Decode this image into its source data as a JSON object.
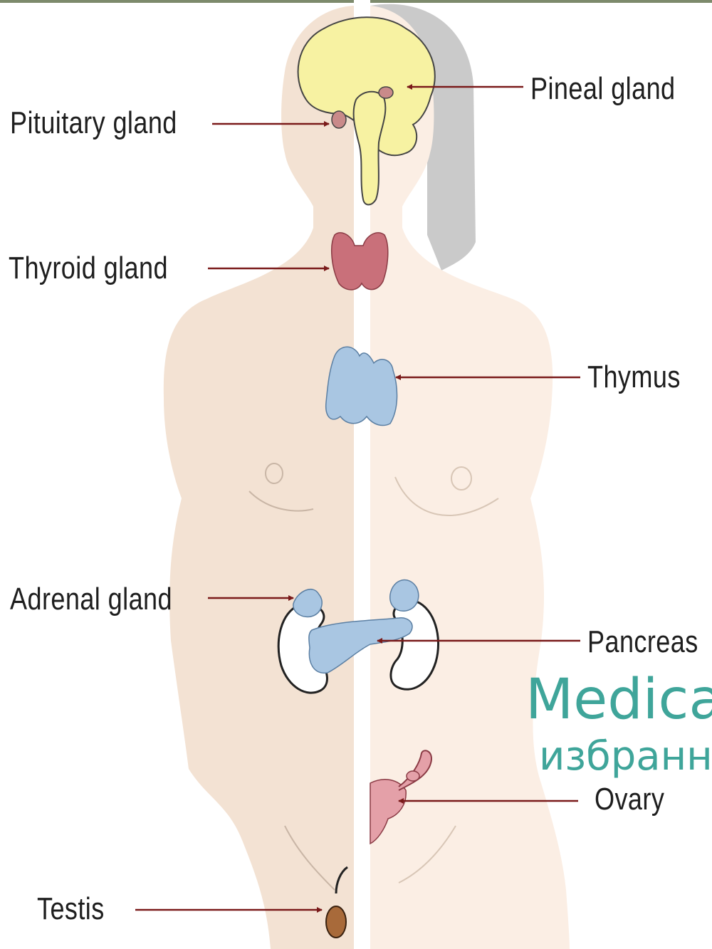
{
  "diagram": {
    "labels": {
      "pineal": "Pineal gland",
      "pituitary": "Pituitary gland",
      "thyroid": "Thyroid gland",
      "thymus": "Thymus",
      "adrenal": "Adrenal gland",
      "pancreas": "Pancreas",
      "ovary": "Ovary",
      "testis": "Testis"
    },
    "watermark": {
      "line1": "Medica",
      "line2": "избранн"
    },
    "colors": {
      "skin_left": "#f3e2d3",
      "skin_right": "#fbeee4",
      "brain": "#f7f2a2",
      "thyroid": "#c9707a",
      "gland_blue": "#a9c6e2",
      "arrow": "#7a1a1a",
      "hair": "#bdbdbd",
      "watermark": "#3fa59a"
    }
  }
}
